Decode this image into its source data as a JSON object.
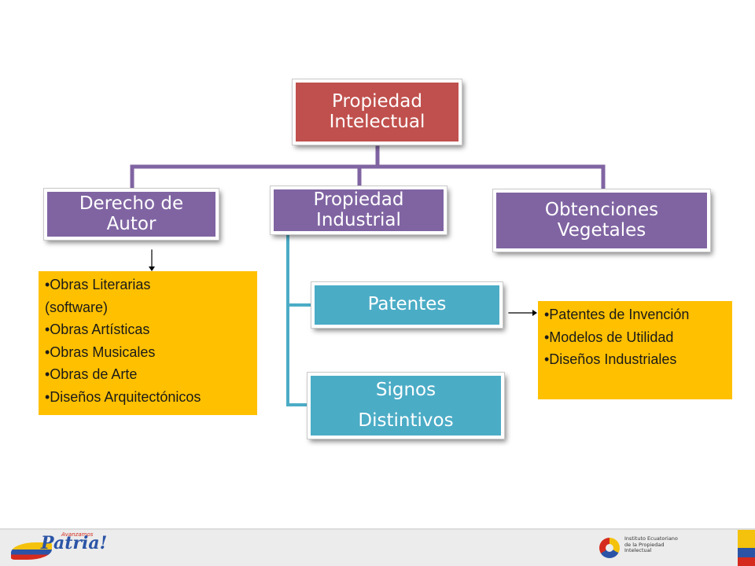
{
  "diagram": {
    "root": {
      "label": "Propiedad\nIntelectual"
    },
    "branches": [
      {
        "key": "derecho",
        "label": "Derecho de\nAutor"
      },
      {
        "key": "industrial",
        "label": "Propiedad\nIndustrial"
      },
      {
        "key": "vegetales",
        "label": "Obtenciones\nVegetales"
      }
    ],
    "industrial_children": [
      {
        "key": "patentes",
        "label": "Patentes"
      },
      {
        "key": "signos",
        "label": "Signos\nDistintivos"
      }
    ],
    "derecho_notes": [
      "•Obras Literarias",
      "(software)",
      "•Obras Artísticas",
      "•Obras Musicales",
      "•Obras de Arte",
      "•Diseños Arquitectónicos"
    ],
    "patentes_notes": [
      "•Patentes de Invención",
      "•Modelos de Utilidad",
      "•Diseños Industriales"
    ]
  },
  "footer": {
    "left_logo_text": "Patria!",
    "left_logo_small": "Avanzamos",
    "right_logo_text": "Instituto Ecuatoriano\nde la Propiedad\nIntelectual"
  },
  "colors": {
    "root": "#c0504d",
    "branch": "#8064a2",
    "child": "#4bacc6",
    "note": "#ffc000",
    "connector_purple": "#8064a2",
    "connector_teal": "#4bacc6"
  }
}
